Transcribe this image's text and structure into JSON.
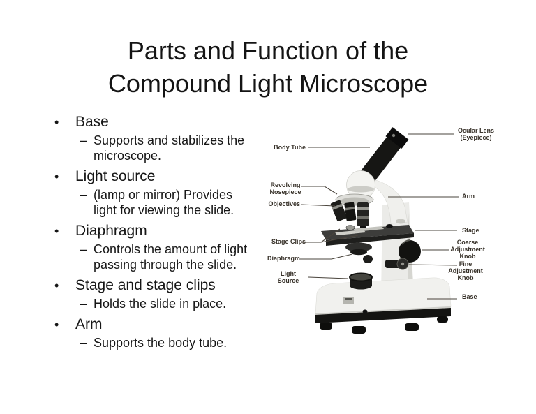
{
  "slide": {
    "title": "Parts and Function of the\nCompound Light Microscope",
    "bullet_char": "•",
    "dash_char": "–",
    "bullets": [
      {
        "term": "Base",
        "desc": "Supports and stabilizes the\nmicroscope."
      },
      {
        "term": "Light source",
        "desc": "(lamp or mirror) Provides\nlight for viewing the slide."
      },
      {
        "term": "Diaphragm",
        "desc": "Controls the amount of light\npassing through the slide."
      },
      {
        "term": "Stage and stage clips",
        "desc": "Holds the slide in place."
      },
      {
        "term": "Arm",
        "desc": "Supports the body tube."
      }
    ]
  },
  "diagram": {
    "labels": {
      "ocular_lens": "Ocular Lens\n(Eyepiece)",
      "body_tube": "Body Tube",
      "revolving_nosepiece": "Revolving\nNosepiece",
      "objectives": "Objectives",
      "arm": "Arm",
      "stage": "Stage",
      "stage_clips": "Stage Clips",
      "coarse_adjustment_knob": "Coarse\nAdjustment\nKnob",
      "diaphragm": "Diaphragm",
      "fine_adjustment_knob": "Fine\nAdjustment\nKnob",
      "light_source": "Light\nSource",
      "base": "Base"
    },
    "colors": {
      "label_text": "#38322a",
      "leader_line": "#4a443c",
      "metal_dark": "#161614",
      "body_white": "#f1f1ee",
      "stage_gray": "#3d3d3b"
    }
  }
}
